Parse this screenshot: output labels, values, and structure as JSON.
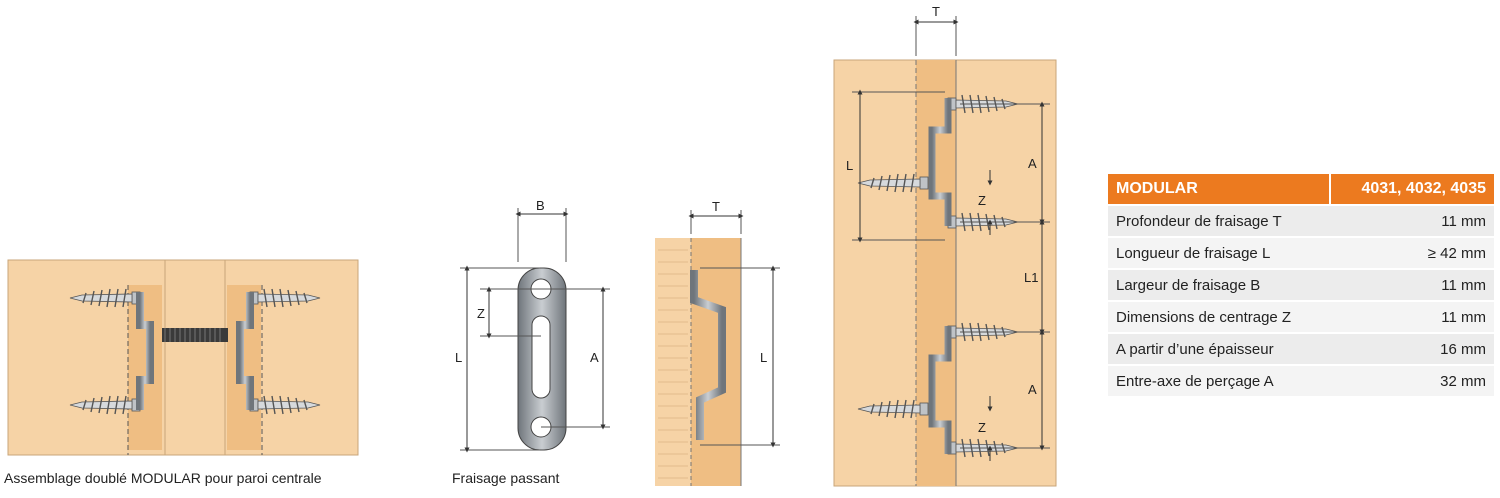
{
  "captions": {
    "left": "Assemblage doublé MODULAR pour paroi centrale",
    "middle": "Fraisage passant"
  },
  "dimension_labels": {
    "B": "B",
    "T": "T",
    "Z": "Z",
    "L": "L",
    "A": "A",
    "L1": "L1"
  },
  "table": {
    "title": "MODULAR",
    "models": "4031, 4032, 4035",
    "rows": [
      {
        "label": "Profondeur de fraisage T",
        "value": "11 mm"
      },
      {
        "label": "Longueur de fraisage L",
        "value": "≥ 42 mm"
      },
      {
        "label": "Largeur de fraisage B",
        "value": "11 mm"
      },
      {
        "label": "Dimensions de centrage Z",
        "value": "11 mm"
      },
      {
        "label": "A partir d’une épaisseur",
        "value": "16 mm"
      },
      {
        "label": "Entre-axe de perçage A",
        "value": "32 mm"
      }
    ]
  },
  "colors": {
    "wood": "#f6d3a6",
    "wood_dark": "#efbe83",
    "accent": "#ec7a1f",
    "metal": "#8e9398"
  }
}
